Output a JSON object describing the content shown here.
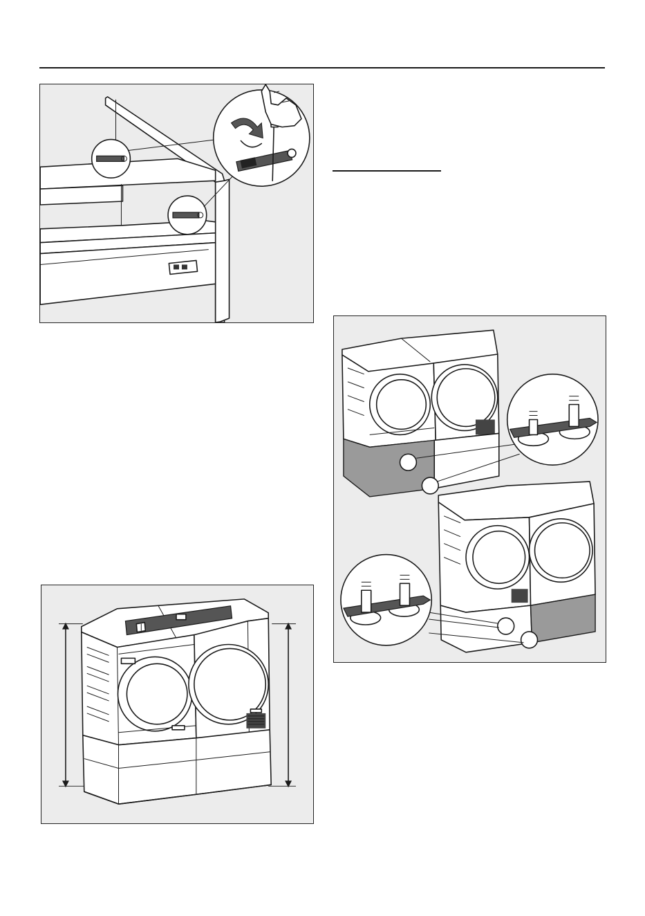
{
  "page": {
    "figures": [
      {
        "id": "drawer-adjustment",
        "description_icons": [
          "screwdriver-icon",
          "rotate-arrows-icon",
          "hand-icon"
        ]
      },
      {
        "id": "spirit-level-alignment",
        "description_icons": [
          "spirit-level-icon",
          "height-arrow-icon"
        ]
      },
      {
        "id": "foot-spanner",
        "description_icons": [
          "spanner-icon",
          "adjustable-foot-icon"
        ]
      }
    ]
  }
}
